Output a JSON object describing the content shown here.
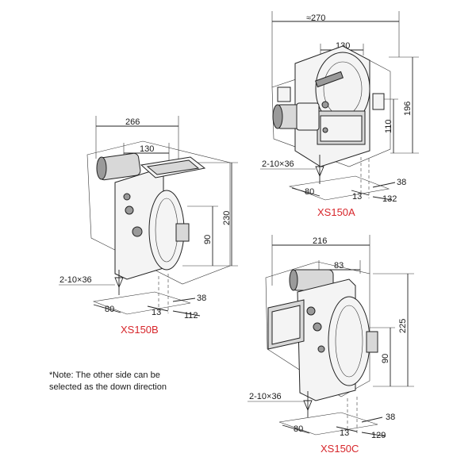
{
  "models": {
    "a": {
      "name": "XS150A",
      "dims": {
        "overall_width": "≈270",
        "inner_width": "130",
        "height_total": "196",
        "height_lower": "110",
        "spec": "2-10×36",
        "base_80": "80",
        "base_13": "13",
        "base_38": "38",
        "base_132": "132"
      }
    },
    "b": {
      "name": "XS150B",
      "dims": {
        "overall_width": "266",
        "inner_width": "130",
        "height_total": "230",
        "height_lower": "90",
        "spec": "2-10×36",
        "base_80": "80",
        "base_13": "13",
        "base_38": "38",
        "base_112": "112"
      }
    },
    "c": {
      "name": "XS150C",
      "dims": {
        "overall_width": "216",
        "inner_width": "83",
        "height_total": "225",
        "height_lower": "90",
        "spec": "2-10×36",
        "base_80": "80",
        "base_13": "13",
        "base_38": "38",
        "base_129": "129"
      }
    }
  },
  "note": {
    "line1": "*Note: The other side can be",
    "line2": "selected as the down direction"
  },
  "colors": {
    "model_label": "#d7262b",
    "line": "#222222"
  }
}
